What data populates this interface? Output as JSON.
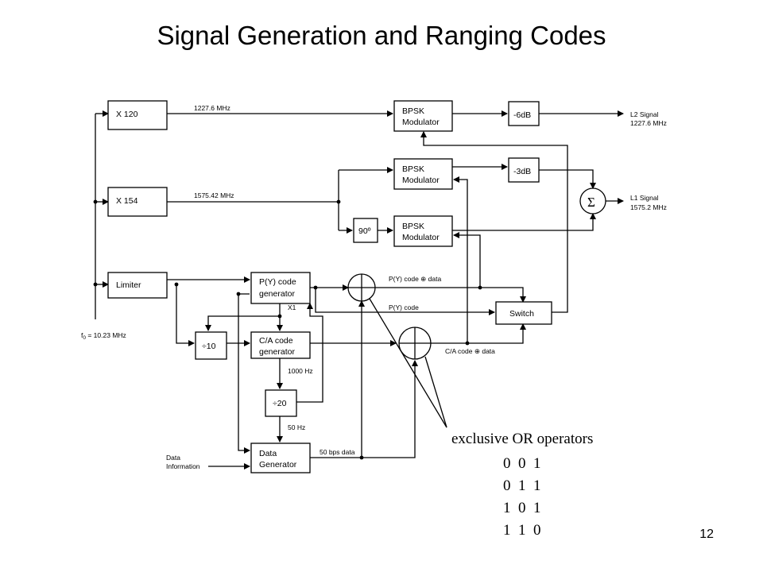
{
  "title": "Signal Generation and Ranging Codes",
  "page_number": "12",
  "blocks": {
    "x120": "X 120",
    "x154": "X 154",
    "limiter": "Limiter",
    "div10": "÷10",
    "pcode_l1": "P(Y) code",
    "pcode_l2": "generator",
    "ca_l1": "C/A code",
    "ca_l2": "generator",
    "div20": "÷20",
    "data_l1": "Data",
    "data_l2": "Generator",
    "bpsk_l1": "BPSK",
    "bpsk_l2": "Modulator",
    "att6": "-6dB",
    "att3": "-3dB",
    "phase90": "90º",
    "sum": "Σ",
    "switch": "Switch"
  },
  "labels": {
    "f1227": "1227.6 MHz",
    "f1575": "1575.42 MHz",
    "f0": "f",
    "f0_sub": "0",
    "f0_rest": " = 10.23 MHz",
    "l2_l1": "L2 Signal",
    "l2_l2": "1227.6 MHz",
    "l1_l1": "L1 Signal",
    "l1_l2": "1575.2 MHz",
    "py_xor": "P(Y) code ⊕ data",
    "py": "P(Y) code",
    "ca_xor": "C/A code ⊕ data",
    "x1": "X1",
    "hz1000": "1000 Hz",
    "hz50": "50 Hz",
    "bps50": "50 bps data",
    "datainfo_l1": "Data",
    "datainfo_l2": "Information"
  },
  "xor_table": {
    "caption": "exclusive  OR operators",
    "rows": [
      "0  0  1",
      "0  1  1",
      "1  0  1",
      "1  1  0"
    ]
  }
}
